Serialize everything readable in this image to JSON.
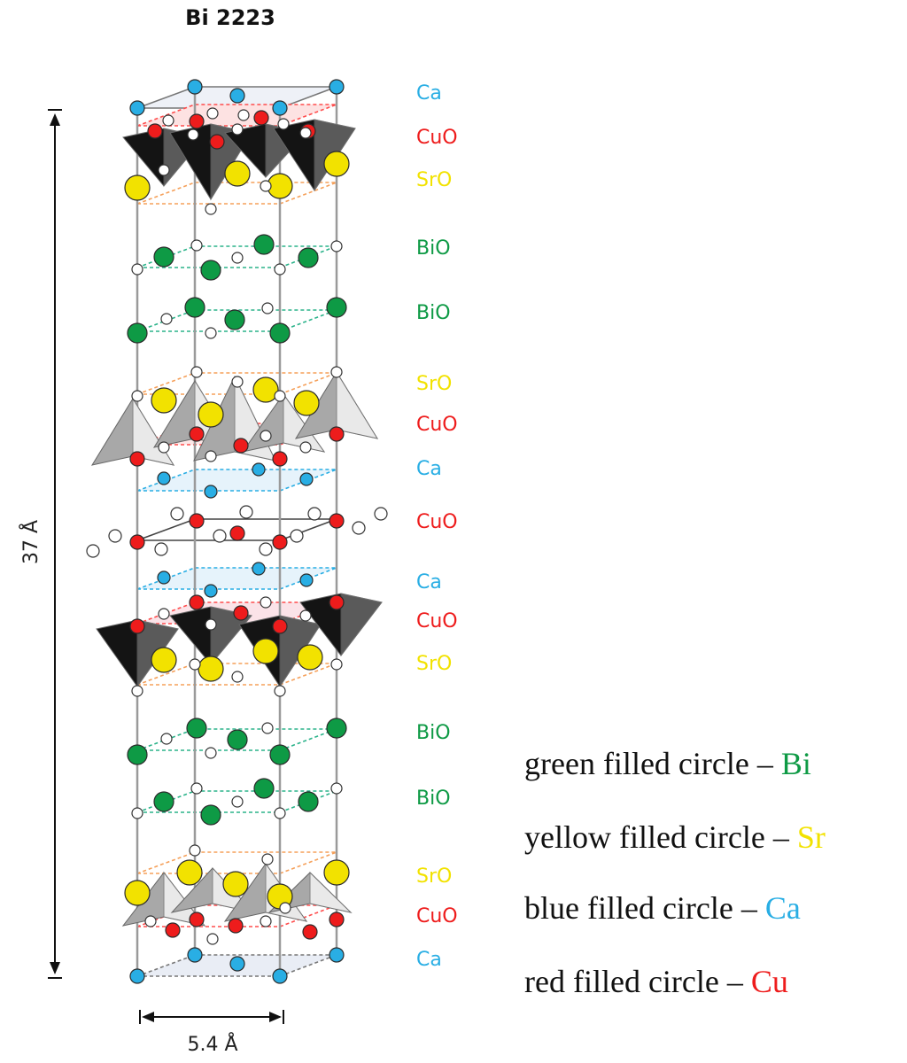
{
  "title": "Bi 2223",
  "dimensions": {
    "height_label": "37 Å",
    "width_label": "5.4 Å"
  },
  "colors": {
    "Bi": "#0e9a45",
    "Sr": "#f2e200",
    "Ca": "#29aee4",
    "Cu": "#ee1c1c",
    "O": "#ffffff",
    "edge": "#555555",
    "dark_pyramid": "#141414",
    "grey_pyramid": "#a8a8a8"
  },
  "layers": [
    {
      "label": "Ca",
      "element": "Ca"
    },
    {
      "label": "CuO",
      "element": "Cu"
    },
    {
      "label": "SrO",
      "element": "Sr"
    },
    {
      "label": "BiO",
      "element": "Bi"
    },
    {
      "label": "BiO",
      "element": "Bi"
    },
    {
      "label": "SrO",
      "element": "Sr"
    },
    {
      "label": "CuO",
      "element": "Cu"
    },
    {
      "label": "Ca",
      "element": "Ca"
    },
    {
      "label": "CuO",
      "element": "Cu"
    },
    {
      "label": "Ca",
      "element": "Ca"
    },
    {
      "label": "CuO",
      "element": "Cu"
    },
    {
      "label": "SrO",
      "element": "Sr"
    },
    {
      "label": "BiO",
      "element": "Bi"
    },
    {
      "label": "BiO",
      "element": "Bi"
    },
    {
      "label": "SrO",
      "element": "Sr"
    },
    {
      "label": "CuO",
      "element": "Cu"
    },
    {
      "label": "Ca",
      "element": "Ca"
    }
  ],
  "legend": [
    {
      "text": "green filled circle – ",
      "symbol": "Bi",
      "element": "Bi"
    },
    {
      "text": "yellow filled circle – ",
      "symbol": "Sr",
      "element": "Sr"
    },
    {
      "text": "blue filled circle – ",
      "symbol": "Ca",
      "element": "Ca"
    },
    {
      "text": "red filled circle – ",
      "symbol": "Cu",
      "element": "Cu"
    }
  ]
}
